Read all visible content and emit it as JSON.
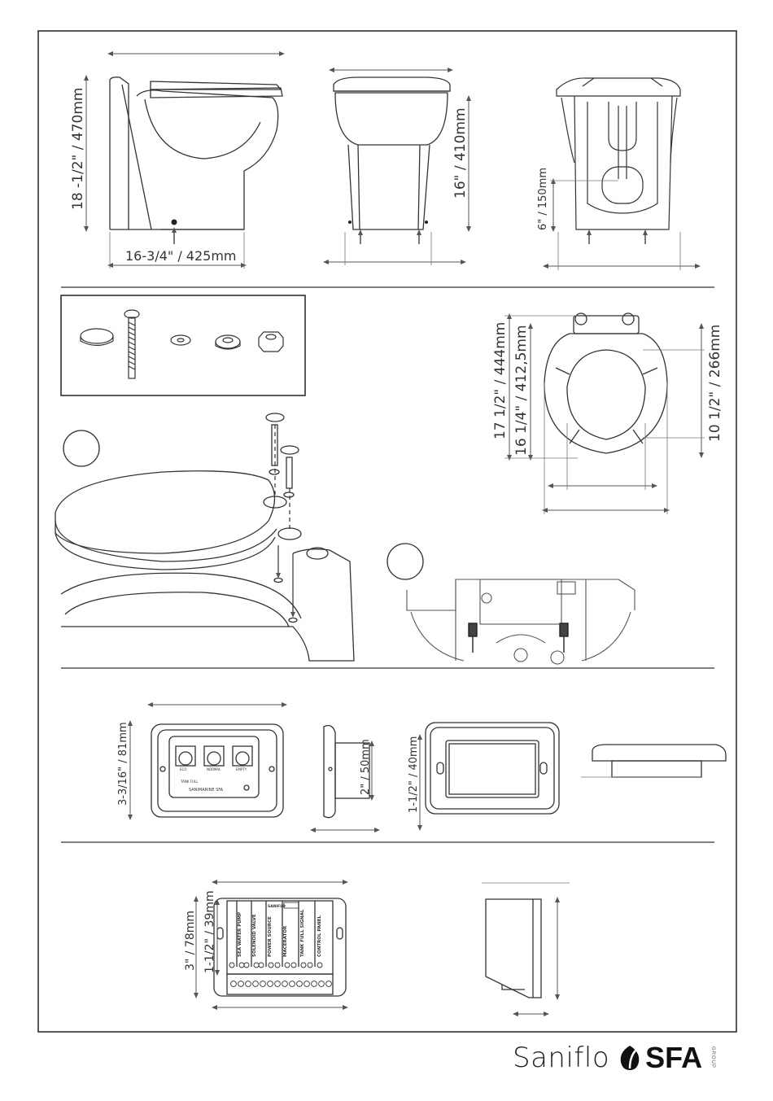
{
  "dimensions": {
    "toilet_height": "18 -1/2\" / 470mm",
    "toilet_depth": "16-3/4\" / 425mm",
    "front_height": "16\" / 410mm",
    "outlet_height": "6\" / 150mm",
    "seat_length_outer": "17 1/2\" / 444mm",
    "seat_length_inner": "16 1/4\" / 412,5mm",
    "seat_width": "10 1/2\" / 266mm",
    "panel_height": "3-3/16\" / 81mm",
    "panel_depth": "2\" / 50mm",
    "cutout_height": "1-1/2\" / 40mm",
    "box_height_outer": "3\" / 78mm",
    "box_height_inner": "1-1/2\" / 39mm"
  },
  "panel": {
    "switch_labels": [
      "ECO",
      "NORMAL",
      "EMPTY"
    ],
    "tank_label": "TANK FULL",
    "brand_label": "SANIMARINE SFA"
  },
  "box": {
    "terminal_labels": [
      "SEA WATER PUMP",
      "SOLENOID VALVE",
      "POWER SOURCE",
      "MACERATOR",
      "TANK FULL SIGNAL",
      "CONTROL PANEL"
    ],
    "logo_label": "SANIFLO"
  },
  "footer": {
    "brand_name": "Saniflo",
    "brand_mark": "SFA",
    "brand_group": "GROUP"
  }
}
